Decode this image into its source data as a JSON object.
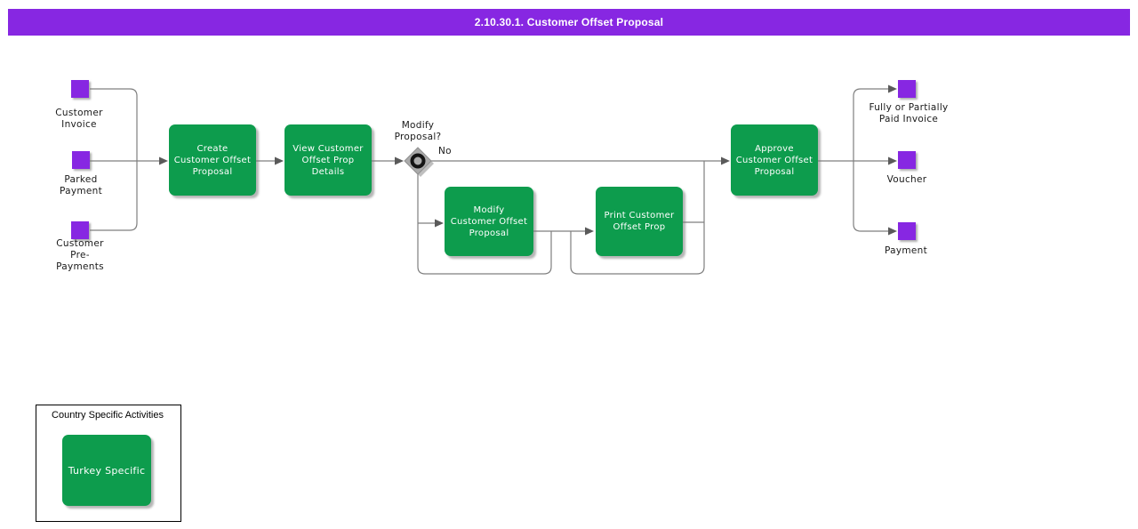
{
  "header": {
    "title": "2.10.30.1. Customer Offset Proposal"
  },
  "inputs": [
    {
      "label": "Customer\nInvoice"
    },
    {
      "label": "Parked\nPayment"
    },
    {
      "label": "Customer\nPre-\nPayments"
    }
  ],
  "tasks": {
    "create": "Create\nCustomer Offset\nProposal",
    "view": "View Customer\nOffset Prop\nDetails",
    "modify": "Modify\nCustomer Offset\nProposal",
    "print": "Print Customer\nOffset Prop",
    "approve": "Approve\nCustomer Offset\nProposal"
  },
  "decision": {
    "question": "Modify\nProposal?",
    "no_label": "No"
  },
  "outputs": [
    {
      "label": "Fully or Partially\nPaid Invoice"
    },
    {
      "label": "Voucher"
    },
    {
      "label": "Payment"
    }
  ],
  "country": {
    "title": "Country Specific Activities",
    "activity": "Turkey Specific"
  },
  "colors": {
    "header_purple": "#8727E2",
    "event_purple": "#8727E2",
    "task_green": "#0D9C4D",
    "connector_gray": "#7F7F7F",
    "arrow_gray": "#5A5A5A"
  }
}
